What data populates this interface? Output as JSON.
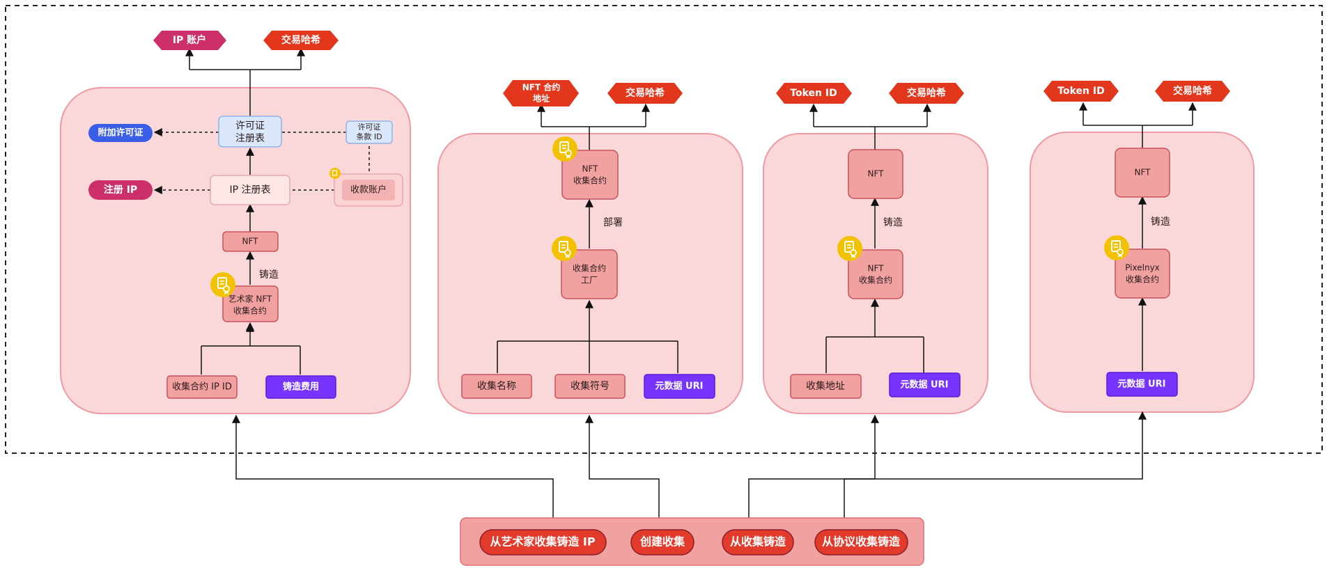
{
  "panel1": {
    "ip_account": "IP 账户",
    "tx_hash": "交易哈希",
    "license_registry": [
      "许可证",
      "注册表"
    ],
    "license_terms": [
      "许可证",
      "条款 ID"
    ],
    "attach_license": "附加许可证",
    "ip_registry": "IP 注册表",
    "payee_account": "收款账户",
    "register_ip": "注册 IP",
    "nft": "NFT",
    "mint_label": "铸造",
    "artist_collection": [
      "艺术家 NFT",
      "收集合约"
    ],
    "collection_ip_id": "收集合约 IP ID",
    "mint_fee": "铸造费用"
  },
  "panel2": {
    "nft_contract_address": [
      "NFT 合约",
      "地址"
    ],
    "tx_hash": "交易哈希",
    "nft_collection": [
      "NFT",
      "收集合约"
    ],
    "deploy_label": "部署",
    "collection_factory": [
      "收集合约",
      "工厂"
    ],
    "collection_name": "收集名称",
    "collection_symbol": "收集符号",
    "metadata_uri": "元数据 URI"
  },
  "panel3": {
    "token_id": "Token ID",
    "tx_hash": "交易哈希",
    "nft": "NFT",
    "mint_label": "铸造",
    "nft_collection": [
      "NFT",
      "收集合约"
    ],
    "collection_address": "收集地址",
    "metadata_uri": "元数据 URI"
  },
  "panel4": {
    "token_id": "Token ID",
    "tx_hash": "交易哈希",
    "nft": "NFT",
    "mint_label": "铸造",
    "pixelnyx_collection": [
      "Pixelnyx",
      "收集合约"
    ],
    "metadata_uri": "元数据 URI"
  },
  "actions": {
    "mint_ip_from_artist": "从艺术家收集铸造 IP",
    "create_collection": "创建收集",
    "mint_from_collection": "从收集铸造",
    "mint_from_protocol": "从协议收集铸造"
  },
  "colors": {
    "panel_fill": "#fad7d9",
    "panel_stroke": "#ee9aa0",
    "box_fill": "#f2a1a1",
    "box_stroke": "#c8525a",
    "output_red": "#e3371d",
    "magenta": "#cc2f6a",
    "purple": "#7733ff",
    "blue_pill": "#3a5fe6",
    "light_blue": "#dbe8fb",
    "badge_gold": "#f2c200",
    "action_red": "#e23b2b"
  }
}
